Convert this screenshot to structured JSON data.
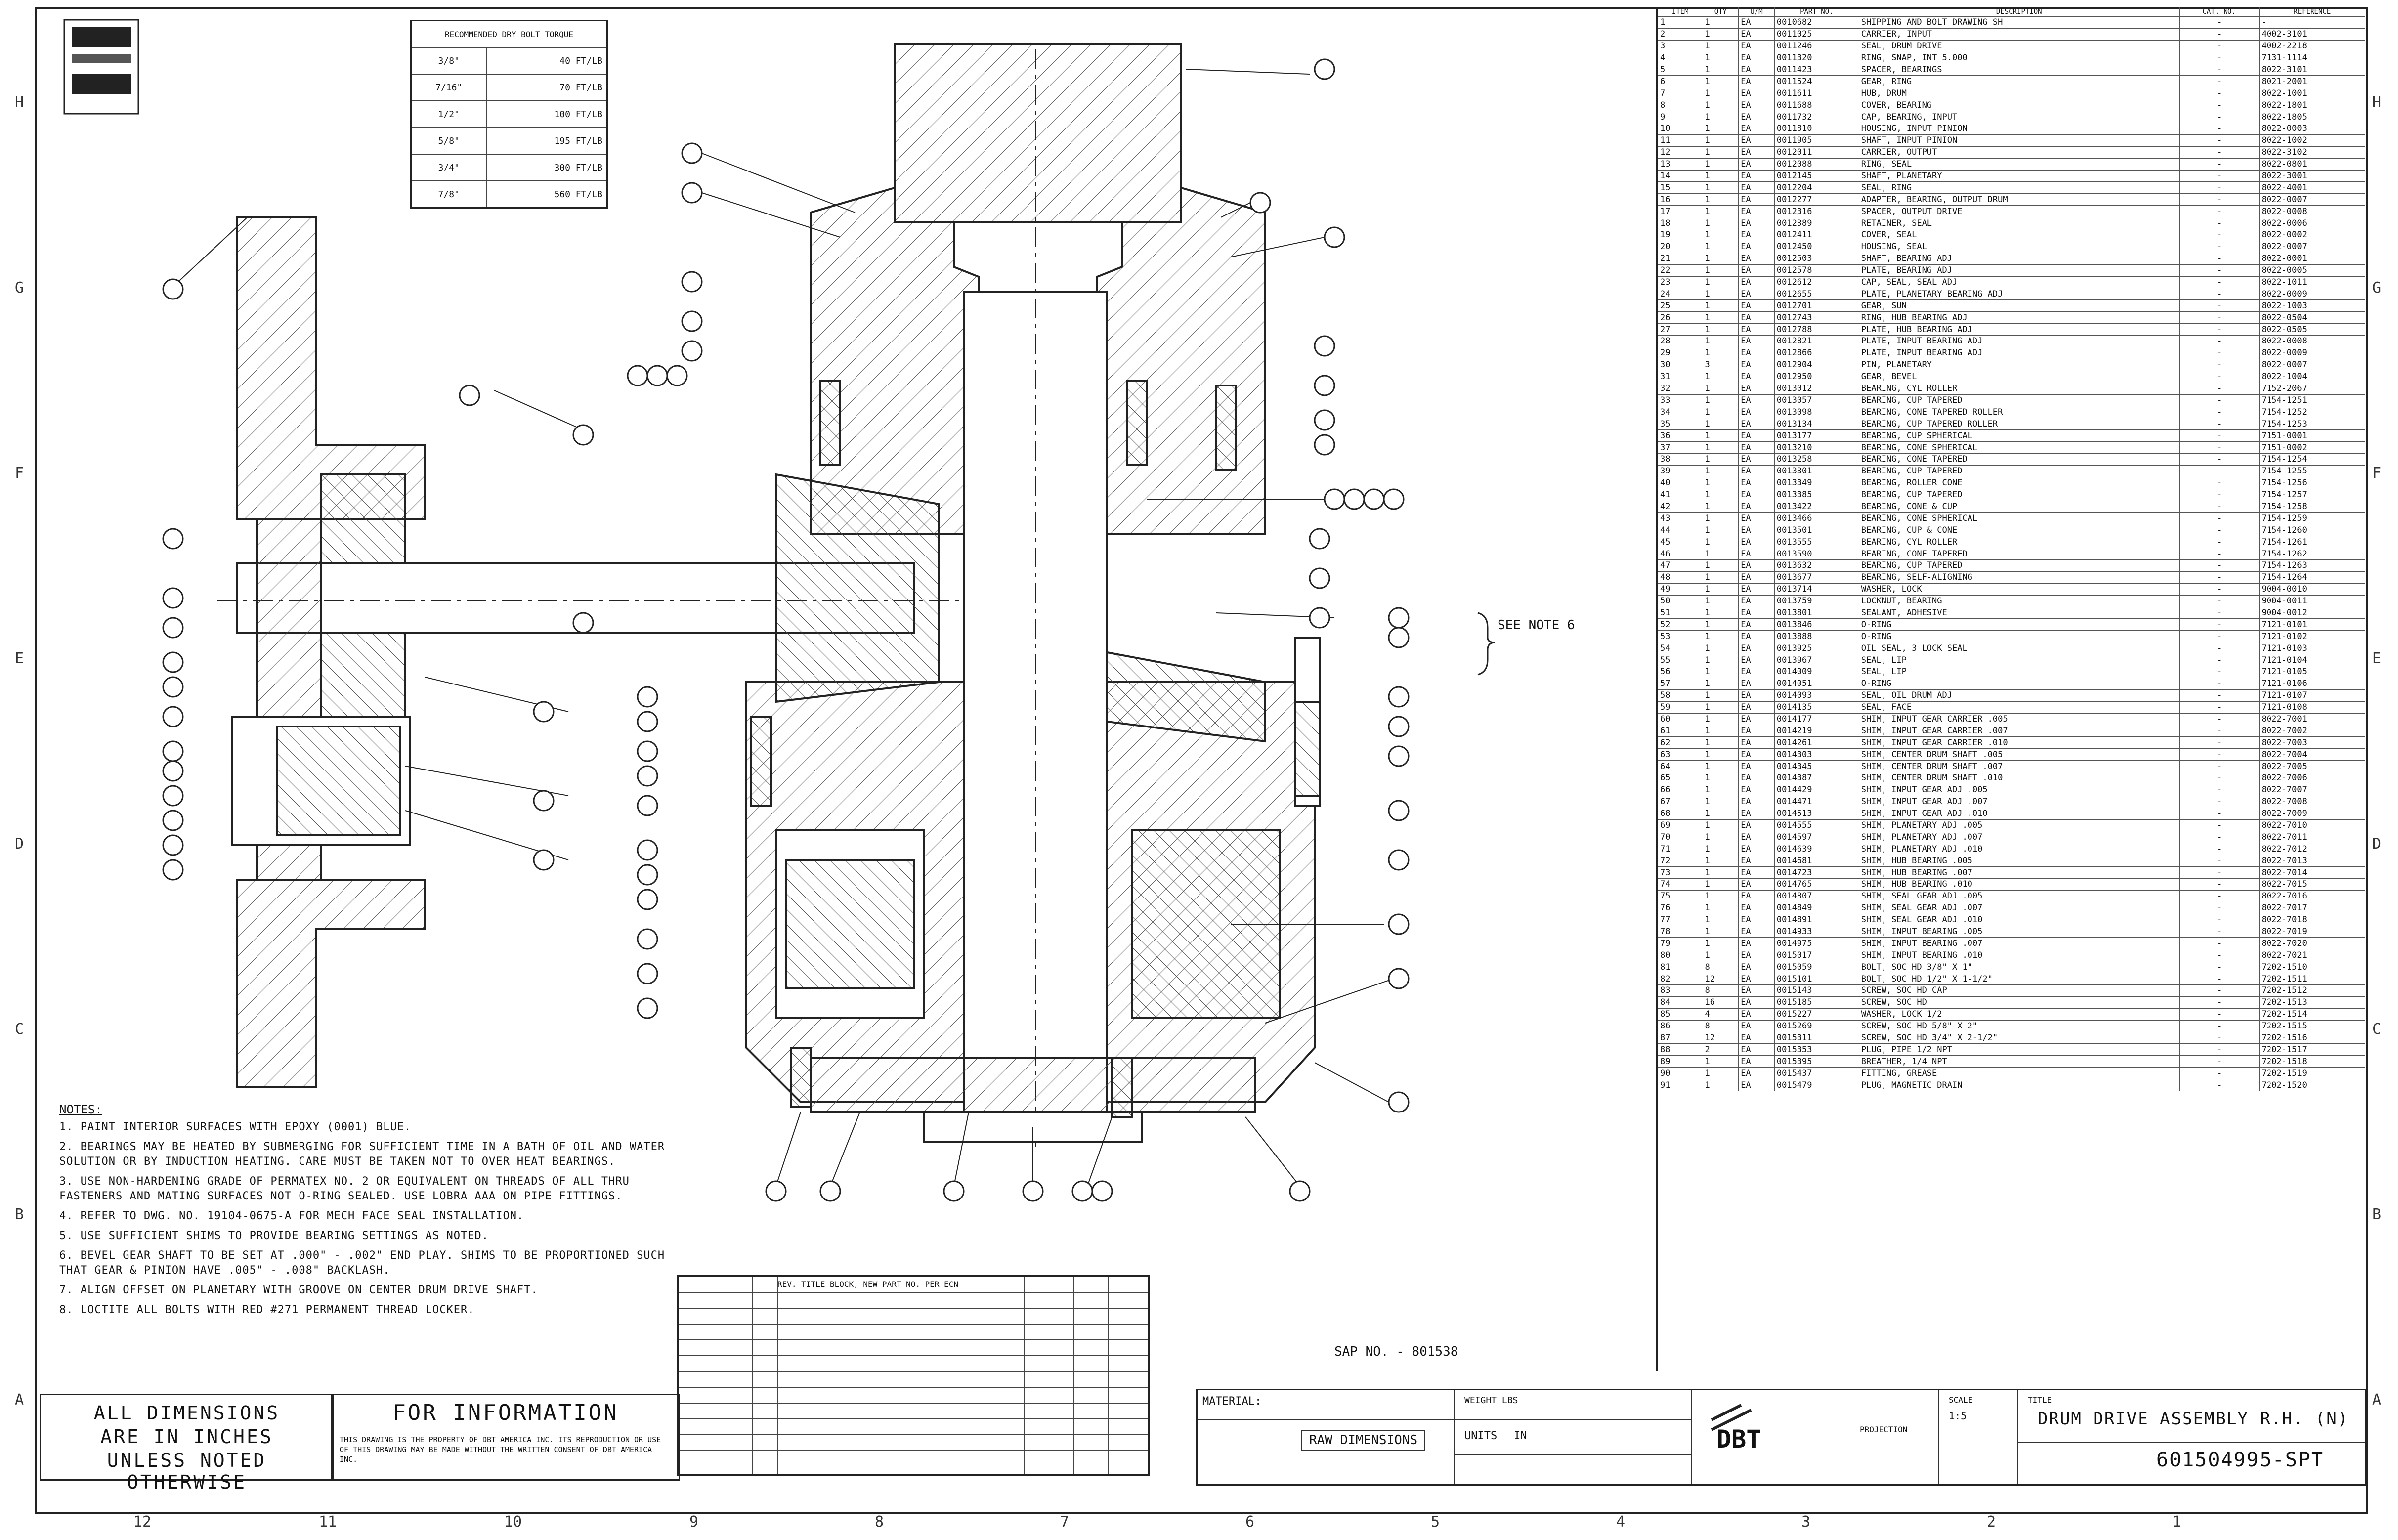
{
  "torque_table": {
    "headers": [
      "RECOMMENDED DRY BOLT TORQUE"
    ],
    "rows": [
      {
        "size": "3/8\"",
        "torque": "40 FT/LB"
      },
      {
        "size": "7/16\"",
        "torque": "70 FT/LB"
      },
      {
        "size": "1/2\"",
        "torque": "100 FT/LB"
      },
      {
        "size": "5/8\"",
        "torque": "195 FT/LB"
      },
      {
        "size": "3/4\"",
        "torque": "300 FT/LB"
      },
      {
        "size": "7/8\"",
        "torque": "560 FT/LB"
      }
    ]
  },
  "callouts": {
    "see_note_6": "SEE NOTE 6",
    "sap_no": "SAP NO. - 801538"
  },
  "notes": {
    "header": "NOTES:",
    "items": [
      "1. PAINT INTERIOR SURFACES WITH EPOXY (0001) BLUE.",
      "2. BEARINGS MAY BE HEATED BY SUBMERGING FOR SUFFICIENT TIME IN A BATH OF OIL AND WATER SOLUTION OR BY INDUCTION HEATING. CARE MUST BE TAKEN NOT TO OVER HEAT BEARINGS.",
      "3. USE NON-HARDENING GRADE OF PERMATEX NO. 2 OR EQUIVALENT ON THREADS OF ALL THRU FASTENERS AND MATING SURFACES NOT O-RING SEALED. USE LOBRA AAA ON PIPE FITTINGS.",
      "4. REFER TO DWG. NO. 19104-0675-A FOR MECH FACE SEAL INSTALLATION.",
      "5. USE SUFFICIENT SHIMS TO PROVIDE BEARING SETTINGS AS NOTED.",
      "6. BEVEL GEAR SHAFT TO BE SET AT .000\" - .002\" END PLAY. SHIMS TO BE PROPORTIONED SUCH THAT GEAR & PINION HAVE .005\" - .008\" BACKLASH.",
      "7. ALIGN OFFSET ON PLANETARY WITH GROOVE ON CENTER DRUM DRIVE SHAFT.",
      "8. LOCTITE ALL BOLTS WITH RED #271 PERMANENT THREAD LOCKER."
    ]
  },
  "bom": {
    "headers": [
      "ITEM",
      "QTY",
      "U/M",
      "PART NO.",
      "DESCRIPTION",
      "CAT. NO.",
      "REFERENCE"
    ],
    "rows": [
      {
        "item": "1",
        "qty": "1",
        "um": "EA",
        "part": "0010682",
        "desc": "SHIPPING AND BOLT DRAWING SH",
        "ref": "-"
      },
      {
        "item": "2",
        "qty": "1",
        "um": "EA",
        "part": "0011025",
        "desc": "CARRIER, INPUT",
        "ref": "4002-3101"
      },
      {
        "item": "3",
        "qty": "1",
        "um": "EA",
        "part": "0011246",
        "desc": "SEAL, DRUM DRIVE",
        "ref": "4002-2218"
      },
      {
        "item": "4",
        "qty": "1",
        "um": "EA",
        "part": "0011320",
        "desc": "RING, SNAP, INT 5.000",
        "ref": "7131-1114"
      },
      {
        "item": "5",
        "qty": "1",
        "um": "EA",
        "part": "0011423",
        "desc": "SPACER, BEARINGS",
        "ref": "8022-3101"
      },
      {
        "item": "6",
        "qty": "1",
        "um": "EA",
        "part": "0011524",
        "desc": "GEAR, RING",
        "ref": "8021-2001"
      },
      {
        "item": "7",
        "qty": "1",
        "um": "EA",
        "part": "0011611",
        "desc": "HUB, DRUM",
        "ref": "8022-1001"
      },
      {
        "item": "8",
        "qty": "1",
        "um": "EA",
        "part": "0011688",
        "desc": "COVER, BEARING",
        "ref": "8022-1801"
      },
      {
        "item": "9",
        "qty": "1",
        "um": "EA",
        "part": "0011732",
        "desc": "CAP, BEARING, INPUT",
        "ref": "8022-1805"
      },
      {
        "item": "10",
        "qty": "1",
        "um": "EA",
        "part": "0011810",
        "desc": "HOUSING, INPUT PINION",
        "ref": "8022-0003"
      },
      {
        "item": "11",
        "qty": "1",
        "um": "EA",
        "part": "0011905",
        "desc": "SHAFT, INPUT PINION",
        "ref": "8022-1002"
      },
      {
        "item": "12",
        "qty": "1",
        "um": "EA",
        "part": "0012011",
        "desc": "CARRIER, OUTPUT",
        "ref": "8022-3102"
      },
      {
        "item": "13",
        "qty": "1",
        "um": "EA",
        "part": "0012088",
        "desc": "RING, SEAL",
        "ref": "8022-0801"
      },
      {
        "item": "14",
        "qty": "1",
        "um": "EA",
        "part": "0012145",
        "desc": "SHAFT, PLANETARY",
        "ref": "8022-3001"
      },
      {
        "item": "15",
        "qty": "1",
        "um": "EA",
        "part": "0012204",
        "desc": "SEAL, RING",
        "ref": "8022-4001"
      },
      {
        "item": "16",
        "qty": "1",
        "um": "EA",
        "part": "0012277",
        "desc": "ADAPTER, BEARING, OUTPUT DRUM",
        "ref": "8022-0007"
      },
      {
        "item": "17",
        "qty": "1",
        "um": "EA",
        "part": "0012316",
        "desc": "SPACER, OUTPUT DRIVE",
        "ref": "8022-0008"
      },
      {
        "item": "18",
        "qty": "1",
        "um": "EA",
        "part": "0012389",
        "desc": "RETAINER, SEAL",
        "ref": "8022-0006"
      },
      {
        "item": "19",
        "qty": "1",
        "um": "EA",
        "part": "0012411",
        "desc": "COVER, SEAL",
        "ref": "8022-0002"
      },
      {
        "item": "20",
        "qty": "1",
        "um": "EA",
        "part": "0012450",
        "desc": "HOUSING, SEAL",
        "ref": "8022-0007"
      },
      {
        "item": "21",
        "qty": "1",
        "um": "EA",
        "part": "0012503",
        "desc": "SHAFT, BEARING ADJ",
        "ref": "8022-0001"
      },
      {
        "item": "22",
        "qty": "1",
        "um": "EA",
        "part": "0012578",
        "desc": "PLATE, BEARING ADJ",
        "ref": "8022-0005"
      },
      {
        "item": "23",
        "qty": "1",
        "um": "EA",
        "part": "0012612",
        "desc": "CAP, SEAL, SEAL ADJ",
        "ref": "8022-1011"
      },
      {
        "item": "24",
        "qty": "1",
        "um": "EA",
        "part": "0012655",
        "desc": "PLATE, PLANETARY BEARING ADJ",
        "ref": "8022-0009"
      },
      {
        "item": "25",
        "qty": "1",
        "um": "EA",
        "part": "0012701",
        "desc": "GEAR, SUN",
        "ref": "8022-1003"
      },
      {
        "item": "26",
        "qty": "1",
        "um": "EA",
        "part": "0012743",
        "desc": "RING, HUB BEARING ADJ",
        "ref": "8022-0504"
      },
      {
        "item": "27",
        "qty": "1",
        "um": "EA",
        "part": "0012788",
        "desc": "PLATE, HUB BEARING ADJ",
        "ref": "8022-0505"
      },
      {
        "item": "28",
        "qty": "1",
        "um": "EA",
        "part": "0012821",
        "desc": "PLATE, INPUT BEARING ADJ",
        "ref": "8022-0008"
      },
      {
        "item": "29",
        "qty": "1",
        "um": "EA",
        "part": "0012866",
        "desc": "PLATE, INPUT BEARING ADJ",
        "ref": "8022-0009"
      },
      {
        "item": "30",
        "qty": "3",
        "um": "EA",
        "part": "0012904",
        "desc": "PIN, PLANETARY",
        "ref": "8022-0007"
      },
      {
        "item": "31",
        "qty": "1",
        "um": "EA",
        "part": "0012950",
        "desc": "GEAR, BEVEL",
        "ref": "8022-1004"
      },
      {
        "item": "32",
        "qty": "1",
        "um": "EA",
        "part": "0013012",
        "desc": "BEARING, CYL ROLLER",
        "ref": "7152-2067"
      },
      {
        "item": "33",
        "qty": "1",
        "um": "EA",
        "part": "0013057",
        "desc": "BEARING, CUP TAPERED",
        "ref": "7154-1251"
      },
      {
        "item": "34",
        "qty": "1",
        "um": "EA",
        "part": "0013098",
        "desc": "BEARING, CONE TAPERED ROLLER",
        "ref": "7154-1252"
      },
      {
        "item": "35",
        "qty": "1",
        "um": "EA",
        "part": "0013134",
        "desc": "BEARING, CUP TAPERED ROLLER",
        "ref": "7154-1253"
      },
      {
        "item": "36",
        "qty": "1",
        "um": "EA",
        "part": "0013177",
        "desc": "BEARING, CUP SPHERICAL",
        "ref": "7151-0001"
      },
      {
        "item": "37",
        "qty": "1",
        "um": "EA",
        "part": "0013210",
        "desc": "BEARING, CONE SPHERICAL",
        "ref": "7151-0002"
      },
      {
        "item": "38",
        "qty": "1",
        "um": "EA",
        "part": "0013258",
        "desc": "BEARING, CONE TAPERED",
        "ref": "7154-1254"
      },
      {
        "item": "39",
        "qty": "1",
        "um": "EA",
        "part": "0013301",
        "desc": "BEARING, CUP TAPERED",
        "ref": "7154-1255"
      },
      {
        "item": "40",
        "qty": "1",
        "um": "EA",
        "part": "0013349",
        "desc": "BEARING, ROLLER CONE",
        "ref": "7154-1256"
      },
      {
        "item": "41",
        "qty": "1",
        "um": "EA",
        "part": "0013385",
        "desc": "BEARING, CUP TAPERED",
        "ref": "7154-1257"
      },
      {
        "item": "42",
        "qty": "1",
        "um": "EA",
        "part": "0013422",
        "desc": "BEARING, CONE & CUP",
        "ref": "7154-1258"
      },
      {
        "item": "43",
        "qty": "1",
        "um": "EA",
        "part": "0013466",
        "desc": "BEARING, CONE SPHERICAL",
        "ref": "7154-1259"
      },
      {
        "item": "44",
        "qty": "1",
        "um": "EA",
        "part": "0013501",
        "desc": "BEARING, CUP & CONE",
        "ref": "7154-1260"
      },
      {
        "item": "45",
        "qty": "1",
        "um": "EA",
        "part": "0013555",
        "desc": "BEARING, CYL ROLLER",
        "ref": "7154-1261"
      },
      {
        "item": "46",
        "qty": "1",
        "um": "EA",
        "part": "0013590",
        "desc": "BEARING, CONE TAPERED",
        "ref": "7154-1262"
      },
      {
        "item": "47",
        "qty": "1",
        "um": "EA",
        "part": "0013632",
        "desc": "BEARING, CUP TAPERED",
        "ref": "7154-1263"
      },
      {
        "item": "48",
        "qty": "1",
        "um": "EA",
        "part": "0013677",
        "desc": "BEARING, SELF-ALIGNING",
        "ref": "7154-1264"
      },
      {
        "item": "49",
        "qty": "1",
        "um": "EA",
        "part": "0013714",
        "desc": "WASHER, LOCK",
        "ref": "9004-0010"
      },
      {
        "item": "50",
        "qty": "1",
        "um": "EA",
        "part": "0013759",
        "desc": "LOCKNUT, BEARING",
        "ref": "9004-0011"
      },
      {
        "item": "51",
        "qty": "1",
        "um": "EA",
        "part": "0013801",
        "desc": "SEALANT, ADHESIVE",
        "ref": "9004-0012"
      },
      {
        "item": "52",
        "qty": "1",
        "um": "EA",
        "part": "0013846",
        "desc": "O-RING",
        "ref": "7121-0101"
      },
      {
        "item": "53",
        "qty": "1",
        "um": "EA",
        "part": "0013888",
        "desc": "O-RING",
        "ref": "7121-0102"
      },
      {
        "item": "54",
        "qty": "1",
        "um": "EA",
        "part": "0013925",
        "desc": "OIL SEAL, 3 LOCK SEAL",
        "ref": "7121-0103"
      },
      {
        "item": "55",
        "qty": "1",
        "um": "EA",
        "part": "0013967",
        "desc": "SEAL, LIP",
        "ref": "7121-0104"
      },
      {
        "item": "56",
        "qty": "1",
        "um": "EA",
        "part": "0014009",
        "desc": "SEAL, LIP",
        "ref": "7121-0105"
      },
      {
        "item": "57",
        "qty": "1",
        "um": "EA",
        "part": "0014051",
        "desc": "O-RING",
        "ref": "7121-0106"
      },
      {
        "item": "58",
        "qty": "1",
        "um": "EA",
        "part": "0014093",
        "desc": "SEAL, OIL DRUM ADJ",
        "ref": "7121-0107"
      },
      {
        "item": "59",
        "qty": "1",
        "um": "EA",
        "part": "0014135",
        "desc": "SEAL, FACE",
        "ref": "7121-0108"
      },
      {
        "item": "60",
        "qty": "1",
        "um": "EA",
        "part": "0014177",
        "desc": "SHIM, INPUT GEAR CARRIER .005",
        "ref": "8022-7001"
      },
      {
        "item": "61",
        "qty": "1",
        "um": "EA",
        "part": "0014219",
        "desc": "SHIM, INPUT GEAR CARRIER .007",
        "ref": "8022-7002"
      },
      {
        "item": "62",
        "qty": "1",
        "um": "EA",
        "part": "0014261",
        "desc": "SHIM, INPUT GEAR CARRIER .010",
        "ref": "8022-7003"
      },
      {
        "item": "63",
        "qty": "1",
        "um": "EA",
        "part": "0014303",
        "desc": "SHIM, CENTER DRUM SHAFT .005",
        "ref": "8022-7004"
      },
      {
        "item": "64",
        "qty": "1",
        "um": "EA",
        "part": "0014345",
        "desc": "SHIM, CENTER DRUM SHAFT .007",
        "ref": "8022-7005"
      },
      {
        "item": "65",
        "qty": "1",
        "um": "EA",
        "part": "0014387",
        "desc": "SHIM, CENTER DRUM SHAFT .010",
        "ref": "8022-7006"
      },
      {
        "item": "66",
        "qty": "1",
        "um": "EA",
        "part": "0014429",
        "desc": "SHIM, INPUT GEAR ADJ .005",
        "ref": "8022-7007"
      },
      {
        "item": "67",
        "qty": "1",
        "um": "EA",
        "part": "0014471",
        "desc": "SHIM, INPUT GEAR ADJ .007",
        "ref": "8022-7008"
      },
      {
        "item": "68",
        "qty": "1",
        "um": "EA",
        "part": "0014513",
        "desc": "SHIM, INPUT GEAR ADJ .010",
        "ref": "8022-7009"
      },
      {
        "item": "69",
        "qty": "1",
        "um": "EA",
        "part": "0014555",
        "desc": "SHIM, PLANETARY ADJ .005",
        "ref": "8022-7010"
      },
      {
        "item": "70",
        "qty": "1",
        "um": "EA",
        "part": "0014597",
        "desc": "SHIM, PLANETARY ADJ .007",
        "ref": "8022-7011"
      },
      {
        "item": "71",
        "qty": "1",
        "um": "EA",
        "part": "0014639",
        "desc": "SHIM, PLANETARY ADJ .010",
        "ref": "8022-7012"
      },
      {
        "item": "72",
        "qty": "1",
        "um": "EA",
        "part": "0014681",
        "desc": "SHIM, HUB BEARING .005",
        "ref": "8022-7013"
      },
      {
        "item": "73",
        "qty": "1",
        "um": "EA",
        "part": "0014723",
        "desc": "SHIM, HUB BEARING .007",
        "ref": "8022-7014"
      },
      {
        "item": "74",
        "qty": "1",
        "um": "EA",
        "part": "0014765",
        "desc": "SHIM, HUB BEARING .010",
        "ref": "8022-7015"
      },
      {
        "item": "75",
        "qty": "1",
        "um": "EA",
        "part": "0014807",
        "desc": "SHIM, SEAL GEAR ADJ .005",
        "ref": "8022-7016"
      },
      {
        "item": "76",
        "qty": "1",
        "um": "EA",
        "part": "0014849",
        "desc": "SHIM, SEAL GEAR ADJ .007",
        "ref": "8022-7017"
      },
      {
        "item": "77",
        "qty": "1",
        "um": "EA",
        "part": "0014891",
        "desc": "SHIM, SEAL GEAR ADJ .010",
        "ref": "8022-7018"
      },
      {
        "item": "78",
        "qty": "1",
        "um": "EA",
        "part": "0014933",
        "desc": "SHIM, INPUT BEARING .005",
        "ref": "8022-7019"
      },
      {
        "item": "79",
        "qty": "1",
        "um": "EA",
        "part": "0014975",
        "desc": "SHIM, INPUT BEARING .007",
        "ref": "8022-7020"
      },
      {
        "item": "80",
        "qty": "1",
        "um": "EA",
        "part": "0015017",
        "desc": "SHIM, INPUT BEARING .010",
        "ref": "8022-7021"
      },
      {
        "item": "81",
        "qty": "8",
        "um": "EA",
        "part": "0015059",
        "desc": "BOLT, SOC HD 3/8\" X 1\"",
        "ref": "7202-1510"
      },
      {
        "item": "82",
        "qty": "12",
        "um": "EA",
        "part": "0015101",
        "desc": "BOLT, SOC HD 1/2\" X 1-1/2\"",
        "ref": "7202-1511"
      },
      {
        "item": "83",
        "qty": "8",
        "um": "EA",
        "part": "0015143",
        "desc": "SCREW, SOC HD CAP",
        "ref": "7202-1512"
      },
      {
        "item": "84",
        "qty": "16",
        "um": "EA",
        "part": "0015185",
        "desc": "SCREW, SOC HD",
        "ref": "7202-1513"
      },
      {
        "item": "85",
        "qty": "4",
        "um": "EA",
        "part": "0015227",
        "desc": "WASHER, LOCK 1/2",
        "ref": "7202-1514"
      },
      {
        "item": "86",
        "qty": "8",
        "um": "EA",
        "part": "0015269",
        "desc": "SCREW, SOC HD 5/8\" X 2\"",
        "ref": "7202-1515"
      },
      {
        "item": "87",
        "qty": "12",
        "um": "EA",
        "part": "0015311",
        "desc": "SCREW, SOC HD 3/4\" X 2-1/2\"",
        "ref": "7202-1516"
      },
      {
        "item": "88",
        "qty": "2",
        "um": "EA",
        "part": "0015353",
        "desc": "PLUG, PIPE 1/2 NPT",
        "ref": "7202-1517"
      },
      {
        "item": "89",
        "qty": "1",
        "um": "EA",
        "part": "0015395",
        "desc": "BREATHER, 1/4 NPT",
        "ref": "7202-1518"
      },
      {
        "item": "90",
        "qty": "1",
        "um": "EA",
        "part": "0015437",
        "desc": "FITTING, GREASE",
        "ref": "7202-1519"
      },
      {
        "item": "91",
        "qty": "1",
        "um": "EA",
        "part": "0015479",
        "desc": "PLUG, MAGNETIC DRAIN",
        "ref": "7202-1520"
      }
    ]
  },
  "rev_block": {
    "header": "REV. TITLE BLOCK, NEW PART NO. PER ECN"
  },
  "title_block": {
    "dims_note": [
      "ALL DIMENSIONS",
      "ARE IN INCHES",
      "UNLESS NOTED OTHERWISE"
    ],
    "for_info": "FOR INFORMATION",
    "property_note": "THIS DRAWING IS THE PROPERTY OF DBT AMERICA INC. ITS REPRODUCTION OR USE OF THIS DRAWING MAY BE MADE WITHOUT THE WRITTEN CONSENT OF DBT AMERICA INC.",
    "material_label": "MATERIAL:",
    "raw_dimensions": "RAW DIMENSIONS",
    "weight_label": "WEIGHT LBS",
    "units_label": "UNITS",
    "units_value": "IN",
    "projection": "PROJECTION",
    "logo": "DBT",
    "title_label": "TITLE",
    "title": "DRUM DRIVE ASSEMBLY R.H. (N)",
    "drawing_no": "601504995-SPT",
    "scale_label": "SCALE",
    "scale_value": "1:5"
  },
  "zones": {
    "top": [
      "12",
      "11",
      "10",
      "9",
      "8",
      "7",
      "6",
      "5",
      "4",
      "3",
      "2",
      "1"
    ],
    "side": [
      "H",
      "G",
      "F",
      "E",
      "D",
      "C",
      "B",
      "A"
    ]
  }
}
